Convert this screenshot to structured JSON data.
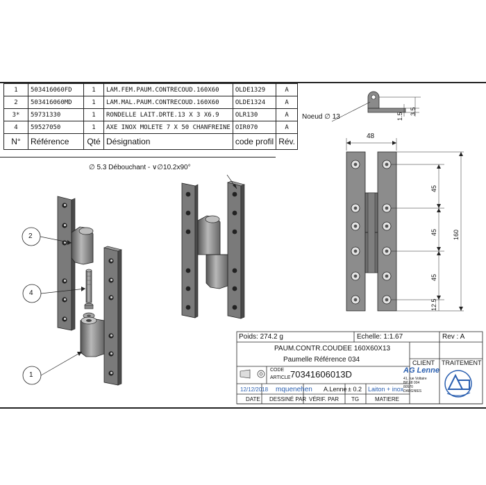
{
  "bom": {
    "rows": [
      {
        "n": "1",
        "ref": "503416060FD",
        "qty": "1",
        "designation": "LAM.FEM.PAUM.CONTRECOUD.160X60",
        "code": "OLDE1329",
        "rev": "A"
      },
      {
        "n": "2",
        "ref": "503416060MD",
        "qty": "1",
        "designation": "LAM.MAL.PAUM.CONTRECOUD.160X60",
        "code": "OLDE1324",
        "rev": "A"
      },
      {
        "n": "3*",
        "ref": "59731330",
        "qty": "1",
        "designation": "RONDELLE LAIT.DRTE.13 X 3 X6.9",
        "code": "OLR130",
        "rev": "A"
      },
      {
        "n": "4",
        "ref": "59527050",
        "qty": "1",
        "designation": "AXE INOX MOLETE 7 X 50 CHANFREINE",
        "code": "OIR070",
        "rev": "A"
      }
    ],
    "header": {
      "n": "N°",
      "ref": "Référence",
      "qty": "Qté",
      "designation": "Désignation",
      "code": "code profil",
      "rev": "Rév."
    }
  },
  "annotations": {
    "drill_note": "∅ 5.3 Débouchant - ∨∅10.2x90°",
    "noeud": "Noeud ∅ 13",
    "callouts": [
      "2",
      "4",
      "1"
    ]
  },
  "dimensions": {
    "width": "48",
    "knuckle_small": "1.5",
    "knuckle_large": "3.5",
    "spacing_1": "45",
    "spacing_2": "45",
    "spacing_3": "45",
    "edge": "12.5",
    "height": "160"
  },
  "title_block": {
    "poids": "Poids: 274.2 g",
    "echelle": "Echelle: 1:1.67",
    "rev": "Rev : A",
    "title_1": "PAUM.CONTR.COUDEE 160X60X13",
    "title_2": "Paumelle Référence 034",
    "client": "CLIENT",
    "traitement": "TRAITEMENT",
    "code_label_1": "CODE",
    "code_label_2": "ARTICLE",
    "code_value": "70341606013D",
    "date_value": "12/12/2018",
    "drawn_by": "mquenehen",
    "verified_by": "A.Lenne",
    "tolerance": "± 0.2",
    "material": "Laiton + inox",
    "company_name": "AG Lenne",
    "company_addr": [
      "41, rue Voltaire",
      "BP 68 004",
      "80570",
      "DARGNIES"
    ],
    "col_date": "DATE",
    "col_drawn": "DESSINÉ PAR",
    "col_verif": "VÉRIF. PAR",
    "col_tg": "TG",
    "col_matiere": "MATIERE"
  },
  "colors": {
    "line": "#222222",
    "part_fill": "#7d7d7d",
    "part_dark": "#4a4a4a",
    "hole": "#e8e8e8",
    "accent_blue": "#2a5fb0"
  }
}
